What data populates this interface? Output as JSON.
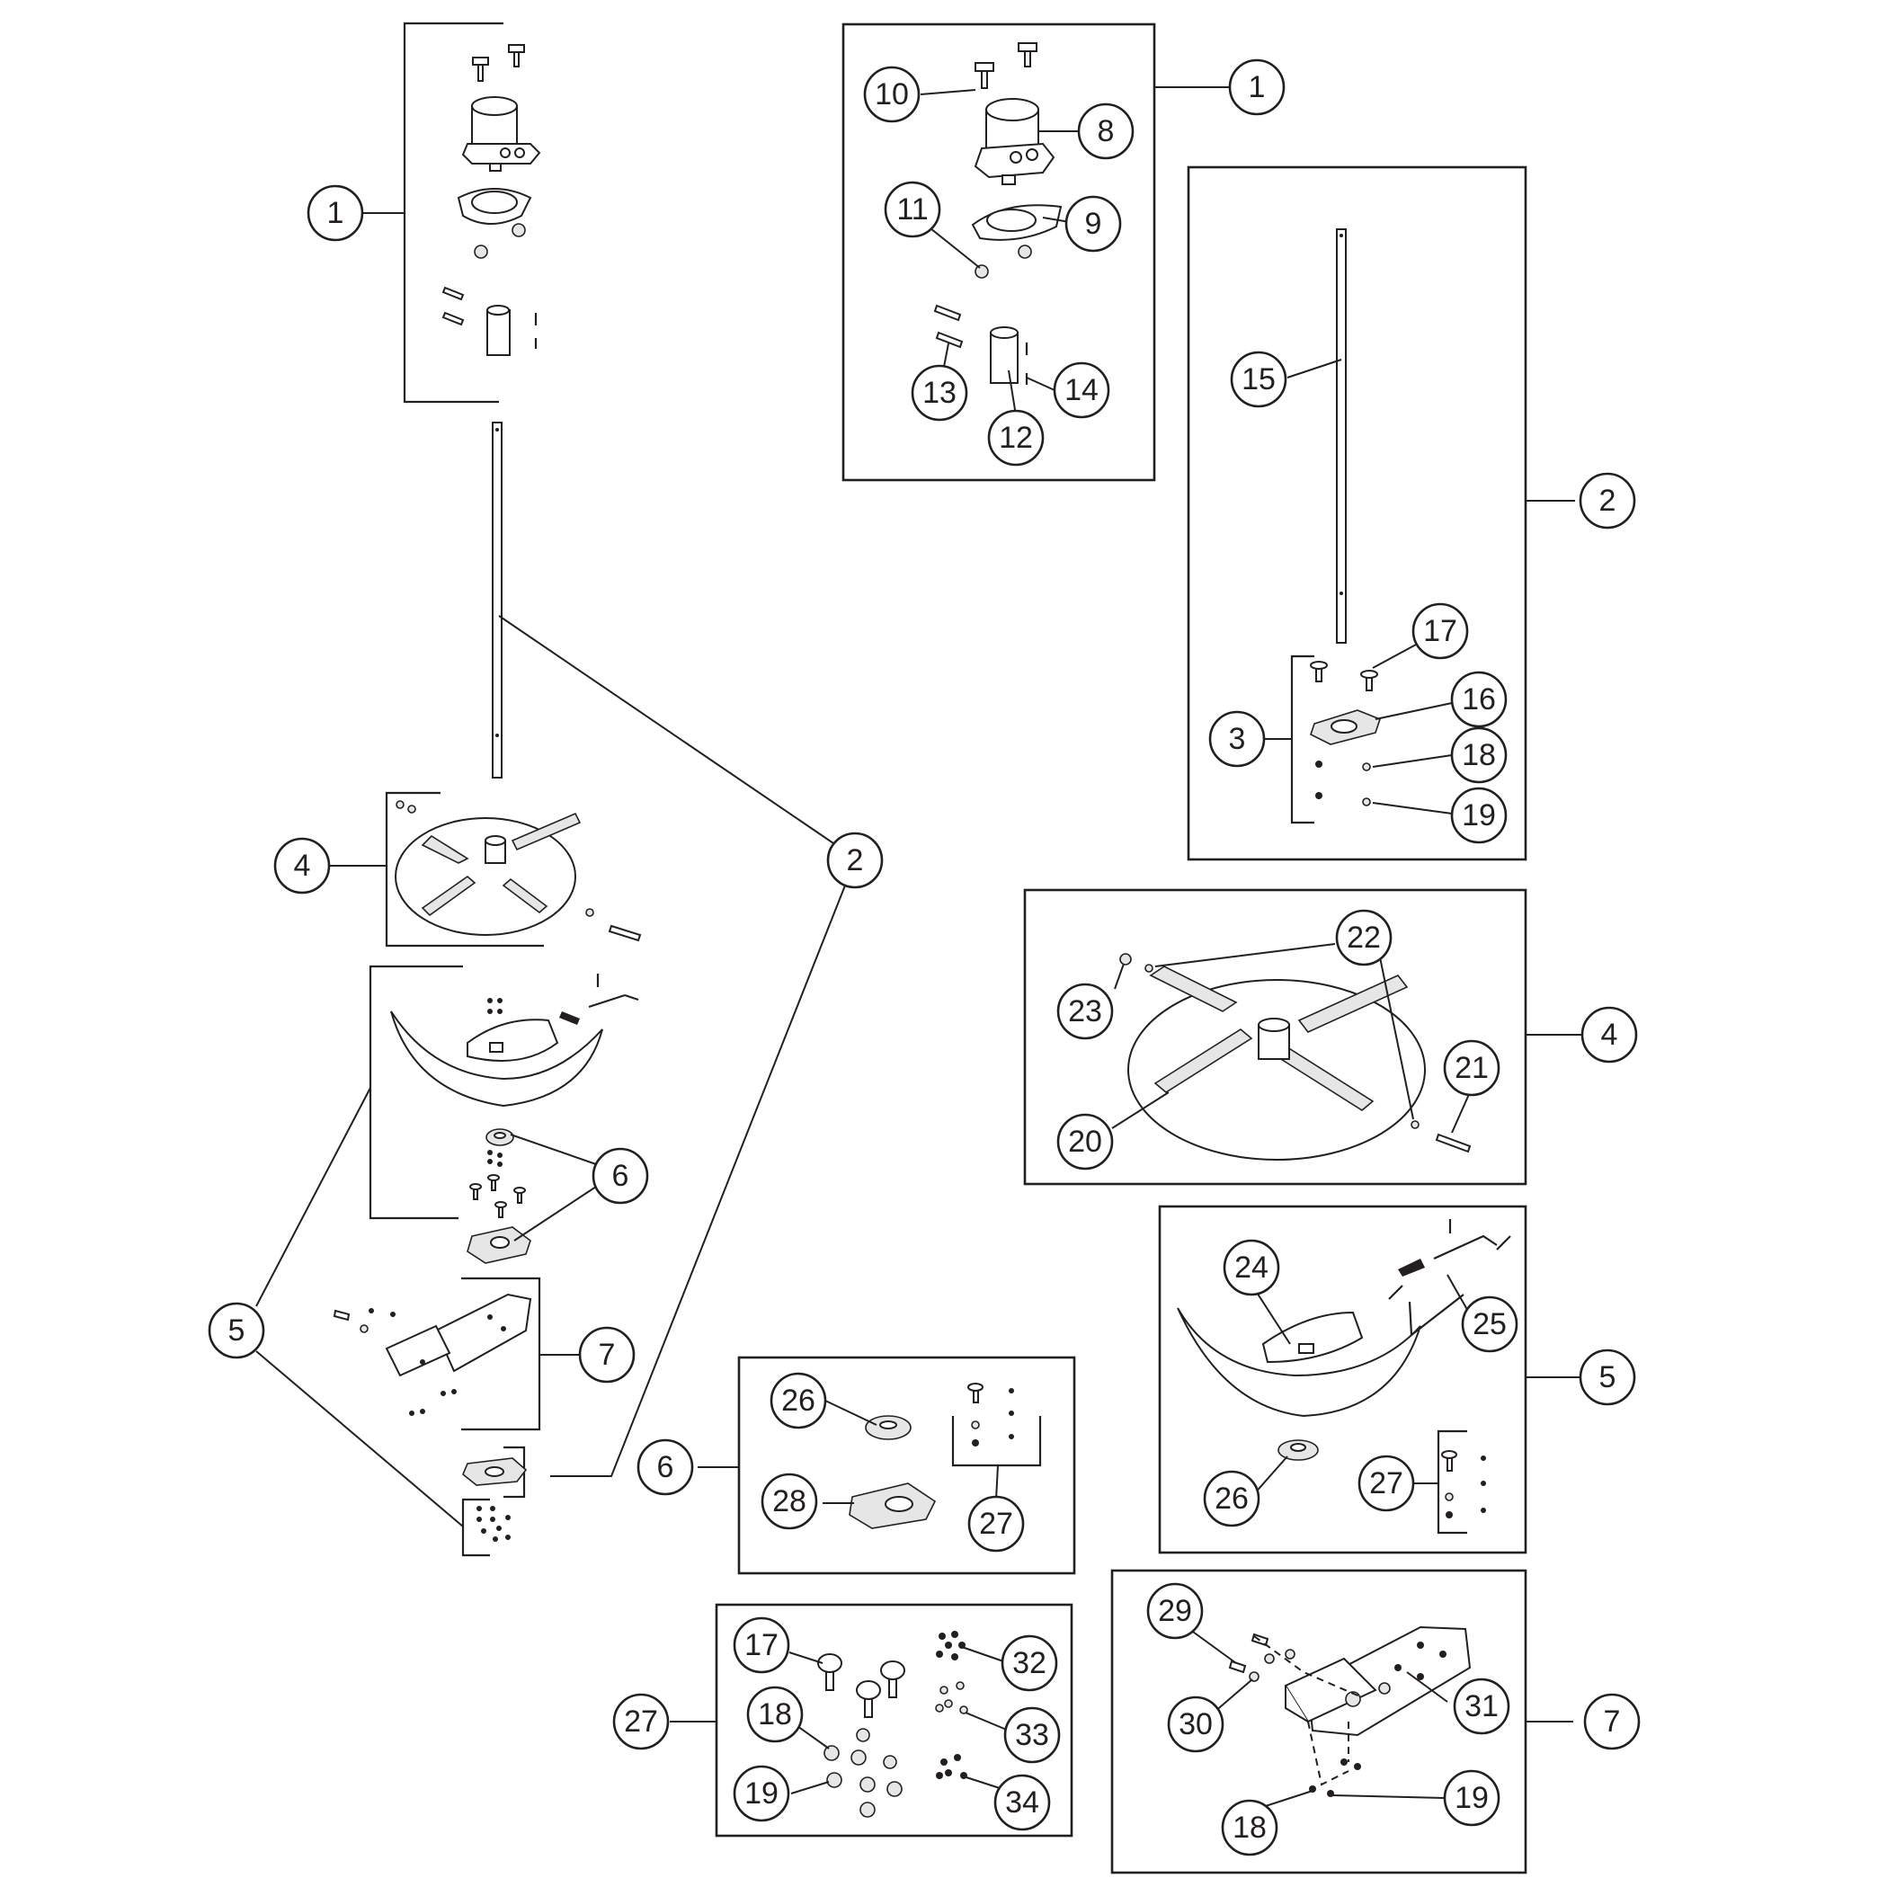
{
  "colors": {
    "ink": "#231f20",
    "paper": "#ffffff",
    "shade": "#e6e6e6"
  },
  "callouts": [
    {
      "id": "c1a",
      "label": "1"
    },
    {
      "id": "c1b",
      "label": "1"
    },
    {
      "id": "c2a",
      "label": "2"
    },
    {
      "id": "c2b",
      "label": "2"
    },
    {
      "id": "c3",
      "label": "3"
    },
    {
      "id": "c4a",
      "label": "4"
    },
    {
      "id": "c4b",
      "label": "4"
    },
    {
      "id": "c5a",
      "label": "5"
    },
    {
      "id": "c5b",
      "label": "5"
    },
    {
      "id": "c6a",
      "label": "6"
    },
    {
      "id": "c6b",
      "label": "6"
    },
    {
      "id": "c7a",
      "label": "7"
    },
    {
      "id": "c7b",
      "label": "7"
    },
    {
      "id": "c8",
      "label": "8"
    },
    {
      "id": "c9",
      "label": "9"
    },
    {
      "id": "c10",
      "label": "10"
    },
    {
      "id": "c11",
      "label": "11"
    },
    {
      "id": "c12",
      "label": "12"
    },
    {
      "id": "c13",
      "label": "13"
    },
    {
      "id": "c14",
      "label": "14"
    },
    {
      "id": "c15",
      "label": "15"
    },
    {
      "id": "c16",
      "label": "16"
    },
    {
      "id": "c17a",
      "label": "17"
    },
    {
      "id": "c17b",
      "label": "17"
    },
    {
      "id": "c18a",
      "label": "18"
    },
    {
      "id": "c18b",
      "label": "18"
    },
    {
      "id": "c18c",
      "label": "18"
    },
    {
      "id": "c19a",
      "label": "19"
    },
    {
      "id": "c19b",
      "label": "19"
    },
    {
      "id": "c19c",
      "label": "19"
    },
    {
      "id": "c20",
      "label": "20"
    },
    {
      "id": "c21",
      "label": "21"
    },
    {
      "id": "c22",
      "label": "22"
    },
    {
      "id": "c23",
      "label": "23"
    },
    {
      "id": "c24",
      "label": "24"
    },
    {
      "id": "c25",
      "label": "25"
    },
    {
      "id": "c26a",
      "label": "26"
    },
    {
      "id": "c26b",
      "label": "26"
    },
    {
      "id": "c27a",
      "label": "27"
    },
    {
      "id": "c27b",
      "label": "27"
    },
    {
      "id": "c27c",
      "label": "27"
    },
    {
      "id": "c28",
      "label": "28"
    },
    {
      "id": "c29",
      "label": "29"
    },
    {
      "id": "c30",
      "label": "30"
    },
    {
      "id": "c31",
      "label": "31"
    },
    {
      "id": "c32",
      "label": "32"
    },
    {
      "id": "c33",
      "label": "33"
    },
    {
      "id": "c34",
      "label": "34"
    }
  ]
}
